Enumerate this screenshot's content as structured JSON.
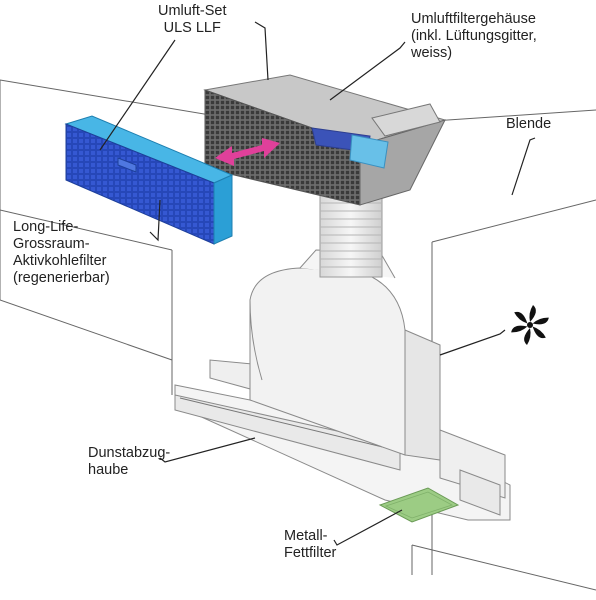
{
  "labels": {
    "umluft_set": [
      "Umluft-Set",
      "ULS LLF"
    ],
    "filtergehaeuse": [
      "Umluftfiltergehäuse",
      "(inkl. Lüftungsgitter,",
      "weiss)"
    ],
    "blende": [
      "Blende"
    ],
    "aktivkohlefilter": [
      "Long-Life-",
      "Grossraum-",
      "Aktivkohlefilter",
      "(regenerierbar)"
    ],
    "dunstabzugshaube": [
      "Dunstabzug-",
      "haube"
    ],
    "fettfilter": [
      "Metall-",
      "Fettfilter"
    ]
  },
  "icons": {
    "fan": "fan-icon",
    "double_arrow": "double-arrow-icon"
  },
  "colors": {
    "filter_blue": "#2a4fc4",
    "filter_frame": "#2b9fd6",
    "arrow_pink": "#e0409a",
    "fettfilter_green": "#9ccc84",
    "housing_grey": "#8c8c8c",
    "outline": "#555555"
  }
}
